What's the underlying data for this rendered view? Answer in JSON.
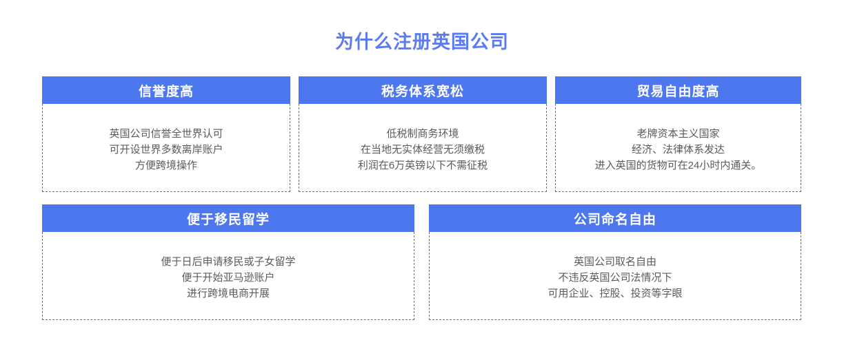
{
  "page": {
    "title": "为什么注册英国公司",
    "title_color": "#5b7cf0",
    "header_color": "#4d77ee",
    "body_text_color": "#5b5b5b",
    "background_color": "#ffffff",
    "border_color": "#6b6b6b"
  },
  "cards": [
    {
      "title": "信誉度高",
      "lines": [
        "英国公司信誉全世界认可",
        "可开设世界多数离岸账户",
        "方便跨境操作"
      ]
    },
    {
      "title": "税务体系宽松",
      "lines": [
        "低税制商务环境",
        "在当地无实体经营无须缴税",
        "利润在6万英镑以下不需征税"
      ]
    },
    {
      "title": "贸易自由度高",
      "lines": [
        "老牌资本主义国家",
        "经济、法律体系发达",
        "进入英国的货物可在24小时内通关。"
      ]
    },
    {
      "title": "便于移民留学",
      "lines": [
        "便于日后申请移民或子女留学",
        "便于开始亚马逊账户",
        "进行跨境电商开展"
      ]
    },
    {
      "title": "公司命名自由",
      "lines": [
        "英国公司取名自由",
        "不违反英国公司法情况下",
        "可用企业、控股、投资等字眼"
      ]
    }
  ]
}
